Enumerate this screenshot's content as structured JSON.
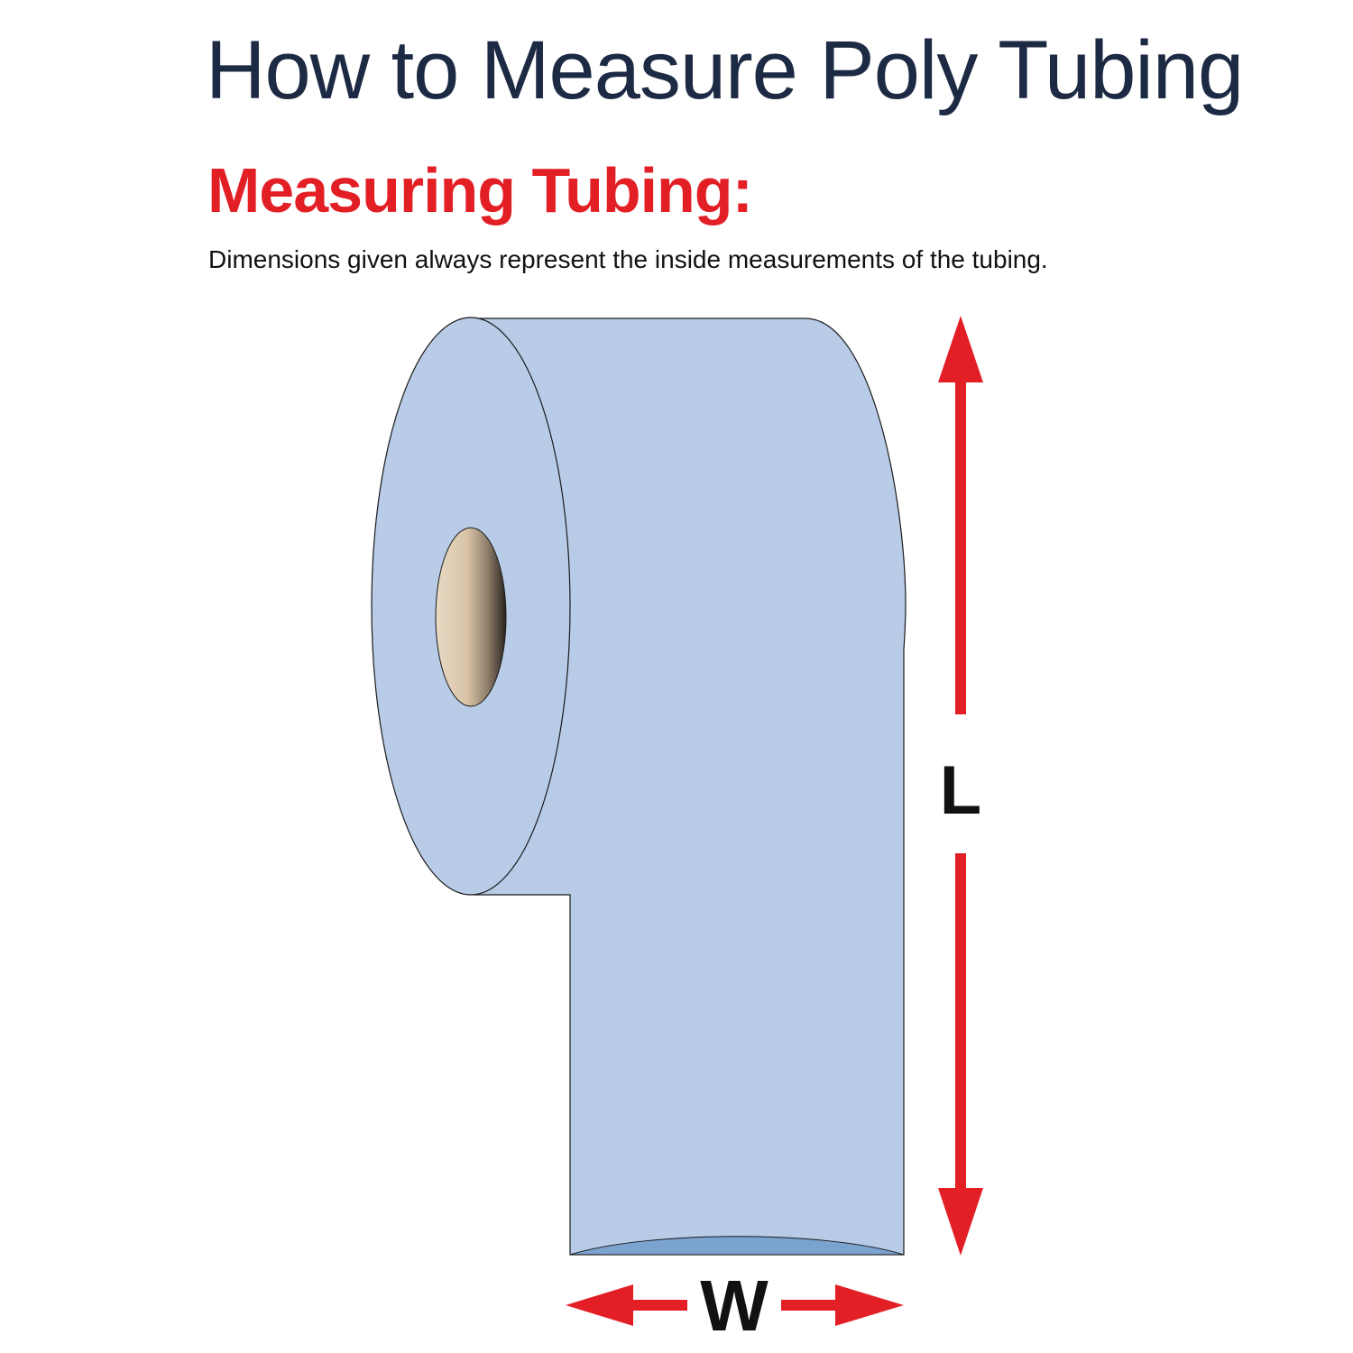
{
  "title": "How to Measure Poly Tubing",
  "subtitle": "Measuring Tubing:",
  "note": "Dimensions given always represent the inside measurements of the tubing.",
  "labels": {
    "length": "L",
    "width": "W"
  },
  "colors": {
    "title": "#1c2a43",
    "subtitle": "#e31f26",
    "tubing": "#b8cce8",
    "tube_opening": "#7ba3d0",
    "core": "#e0cdb5",
    "arrow": "#e31f26",
    "outline": "#1a1a1a"
  }
}
